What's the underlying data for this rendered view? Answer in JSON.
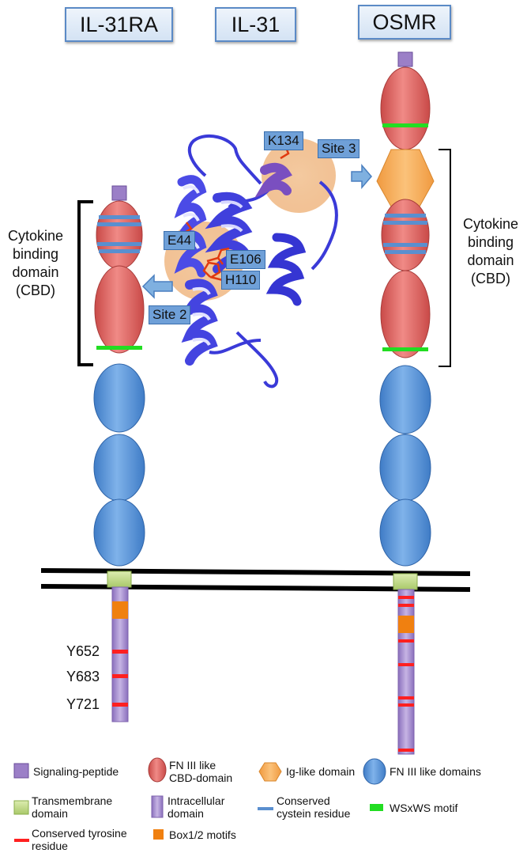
{
  "headers": {
    "left": "IL-31RA",
    "middle": "IL-31",
    "right": "OSMR"
  },
  "left_label": {
    "l1": "Cytokine",
    "l2": "binding",
    "l3": "domain",
    "l4": "(CBD)"
  },
  "right_label": {
    "l1": "Cytokine",
    "l2": "binding",
    "l3": "domain",
    "l4": "(CBD)"
  },
  "residues": {
    "k134": "K134",
    "site3": "Site 3",
    "e44": "E44",
    "e106": "E106",
    "h110": "H110",
    "site2": "Site 2"
  },
  "tyrosines": {
    "y652": "Y652",
    "y683": "Y683",
    "y721": "Y721"
  },
  "legend": {
    "signaling": "Signaling-peptide",
    "fn3cbd_1": "FN III like",
    "fn3cbd_2": "CBD-domain",
    "ig": "Ig-like domain",
    "fn3": "FN III like domains",
    "tm_1": "Transmembrane",
    "tm_2": "domain",
    "intra_1": "Intracellular",
    "intra_2": "domain",
    "cys_1": "Conserved",
    "cys_2": "cystein residue",
    "wsxws": "WSxWS motif",
    "tyr_1": "Conserved tyrosine",
    "tyr_2": "residue",
    "box": "Box1/2 motifs"
  },
  "colors": {
    "signaling": "#9b7fc7",
    "cbd": "#e06a66",
    "ig": "#f5a850",
    "fn3": "#5b95d6",
    "tm": "#c6dd8e",
    "intra": "#a58ccc",
    "cys": "#5a8fcf",
    "wsxws": "#22dd22",
    "tyr": "#ff2020",
    "box": "#f08010",
    "protein": "#3a3ad8"
  }
}
